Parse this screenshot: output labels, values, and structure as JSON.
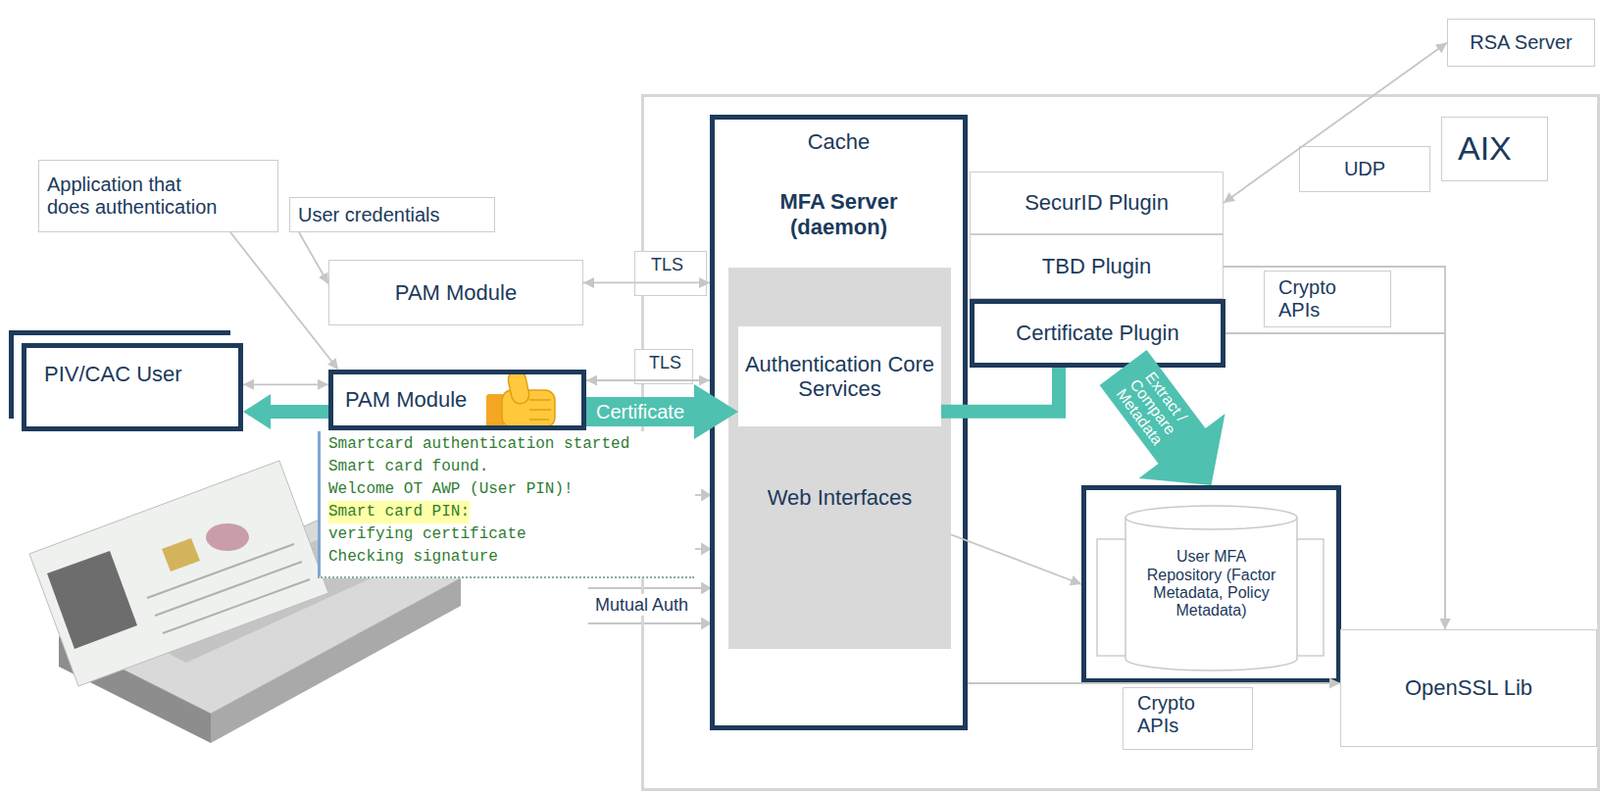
{
  "diagram": {
    "nodes": [
      {
        "text": [
          "RSA Server"
        ]
      },
      {
        "text": [
          "AIX"
        ]
      },
      {
        "text": [
          "UDP"
        ],
        "in": 1
      },
      {
        "text": [
          "Cache",
          "MFA Server (daemon)"
        ],
        "in": 1
      },
      {
        "text": [
          "Web Interfaces"
        ],
        "in": 3
      },
      {
        "text": [
          "Authentication Core Services"
        ],
        "in": 4
      },
      {
        "text": [
          "SecurID Plugin"
        ],
        "in": 1
      },
      {
        "text": [
          "TBD Plugin"
        ],
        "in": 1
      },
      {
        "text": [
          "Certificate Plugin"
        ],
        "in": 1
      },
      {
        "text": [
          "Crypto APIs"
        ],
        "in": 1
      },
      {
        "text": [
          "User MFA Repository (Factor Metadata, Policy Metadata)"
        ],
        "in": 1
      },
      {
        "text": [
          "OpenSSL Lib"
        ],
        "in": 1
      },
      {
        "text": [
          "Crypto APIs"
        ],
        "in": 1
      },
      {
        "text": [
          "Application that does authentication"
        ]
      },
      {
        "text": [
          "User credentials"
        ]
      },
      {
        "text": [
          "PAM Module"
        ]
      },
      {
        "text": [
          "TLS"
        ]
      },
      {
        "text": [
          "PIV/CAC User"
        ]
      },
      {
        "text": [
          "PAM Module"
        ]
      },
      {
        "text": [
          "TLS"
        ]
      },
      {
        "text": [
          "Smartcard authentication started",
          "Smart card found.",
          "Welcome OT AWP (User PIN)!",
          "Smart card PIN:",
          "verifying certificate",
          "Checking signature"
        ]
      }
    ],
    "edges": [
      {
        "from": 14,
        "to": 15,
        "arrow": "to"
      },
      {
        "from": 13,
        "to": 18,
        "arrow": "to"
      },
      {
        "from": 15,
        "to": 3,
        "arrow": "both"
      },
      {
        "from": 17,
        "to": 18,
        "arrow": "both"
      },
      {
        "from": 18,
        "to": 3,
        "arrow": "both"
      },
      {
        "from": 18,
        "to": 5,
        "label": "Certificate",
        "arrow": "to"
      },
      {
        "from": 18,
        "to": 17,
        "arrow": "to"
      },
      {
        "from": 5,
        "to": 8,
        "arrow": "none"
      },
      {
        "from": 8,
        "to": 10,
        "label": "Extract / Compare Metadata",
        "arrow": "to"
      },
      {
        "from": 0,
        "to": 6,
        "arrow": "both"
      },
      {
        "from": 7,
        "to": 11,
        "arrow": "to"
      },
      {
        "from": 8,
        "to": 11,
        "arrow": "to"
      },
      {
        "from": 4,
        "to": 10,
        "arrow": "to"
      },
      {
        "from": 3,
        "to": 11,
        "arrow": "to"
      }
    ],
    "labels": [
      "Mutual Auth"
    ]
  }
}
